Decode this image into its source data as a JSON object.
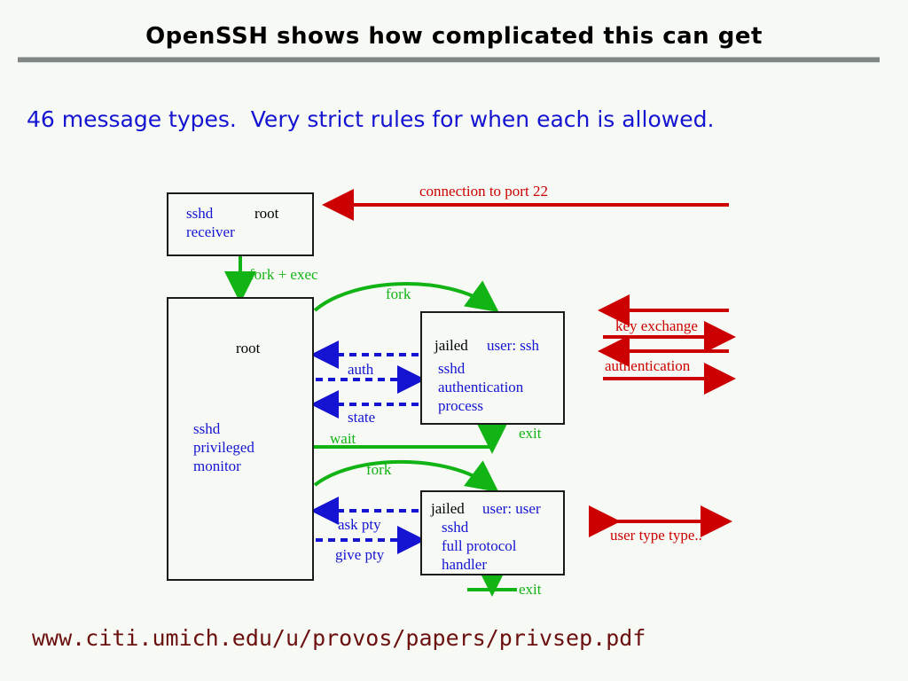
{
  "slide": {
    "title": "OpenSSH shows how complicated this can get",
    "subtitle": "46 message types.  Very strict rules for when each is allowed.",
    "url": "www.citi.umich.edu/u/provos/papers/privsep.pdf"
  },
  "colors": {
    "background": "#f7faf4",
    "title": "#000000",
    "subtitle": "#1414d2",
    "rule": "#7f8683",
    "green": "#12b315",
    "red": "#cc0000",
    "blue": "#1414d2",
    "black": "#000000",
    "url": "#6b0f0f"
  },
  "boxes": {
    "receiver": {
      "name_black": "root",
      "line1_blue": "sshd",
      "line2_blue": "receiver"
    },
    "monitor": {
      "owner_black": "root",
      "line1_blue": "sshd",
      "line2_blue": "privileged",
      "line3_blue": "monitor"
    },
    "auth_process": {
      "jailed_black": "jailed",
      "user_blue": "user: ssh",
      "line1_blue": "sshd",
      "line2_blue": "authentication",
      "line3_blue": "process"
    },
    "protocol_handler": {
      "jailed_black": "jailed",
      "user_blue": "user: user",
      "line1_blue": "sshd",
      "line2_blue": "full protocol",
      "line3_blue": "handler"
    }
  },
  "labels": {
    "connection": "connection to port 22",
    "fork_exec": "fork + exec",
    "fork_1": "fork",
    "fork_2": "fork",
    "wait": "wait",
    "exit_1": "exit",
    "exit_2": "exit",
    "auth": "auth",
    "state": "state",
    "ask_pty": "ask pty",
    "give_pty": "give pty",
    "key_exchange": "key exchange",
    "authentication": "authentication",
    "user_type": "user type type.."
  }
}
